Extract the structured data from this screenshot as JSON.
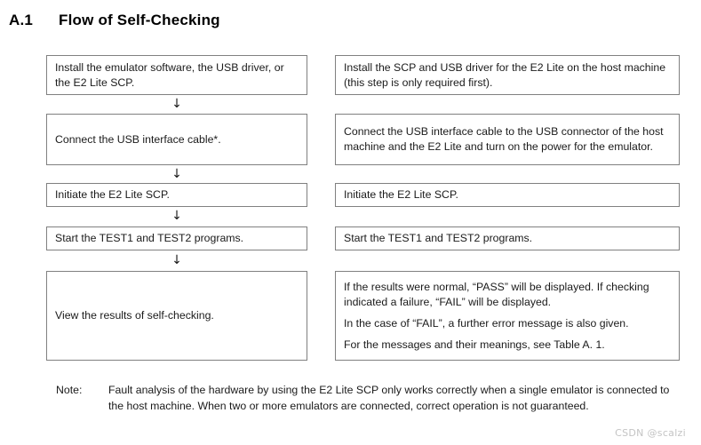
{
  "heading": {
    "number": "A.1",
    "title": "Flow of Self-Checking"
  },
  "arrow_glyph": "↓",
  "flow": {
    "rows": [
      {
        "left": [
          "Install the emulator software, the USB driver, or the E2 Lite SCP."
        ],
        "right": [
          "Install the SCP and USB driver for the E2 Lite on the host machine (this step is only required first)."
        ]
      },
      {
        "left": [
          "Connect the USB interface cable*."
        ],
        "right": [
          "Connect the USB interface cable to the USB connector of the host machine and the E2 Lite and turn on the power for the emulator."
        ]
      },
      {
        "left": [
          "Initiate the E2 Lite SCP."
        ],
        "right": [
          "Initiate the E2 Lite SCP."
        ]
      },
      {
        "left": [
          "Start the TEST1 and TEST2 programs."
        ],
        "right": [
          "Start the TEST1 and TEST2 programs."
        ]
      },
      {
        "left": [
          "View the results of self-checking."
        ],
        "right": [
          "If the results were normal, “PASS” will be displayed. If checking indicated a failure, “FAIL” will be displayed.",
          "In the case of “FAIL”, a further error message is also given.",
          "For the messages and their meanings, see Table A. 1."
        ]
      }
    ]
  },
  "note": {
    "label": "Note:",
    "text": "Fault analysis of the hardware by using the E2 Lite SCP only works correctly when a single emulator is connected to the host machine. When two or more emulators are connected, correct operation is not guaranteed."
  },
  "watermark": "CSDN @scalzi",
  "colors": {
    "box_border": "#808080",
    "text": "#1a1a1a",
    "watermark": "#c4c4c4",
    "background": "#ffffff"
  }
}
